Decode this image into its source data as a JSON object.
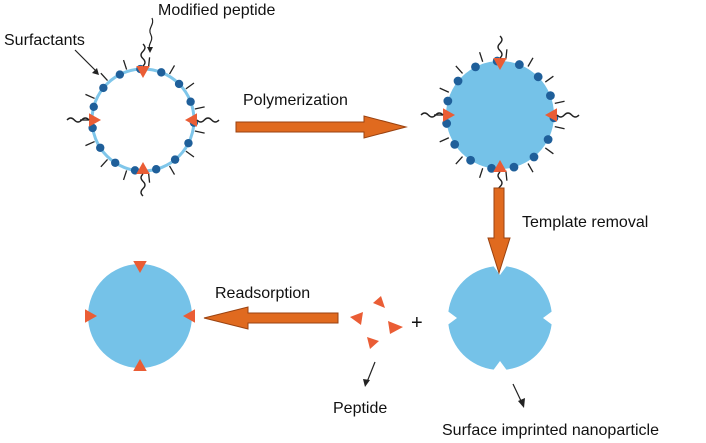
{
  "colors": {
    "particle": "#75c2e8",
    "shell": "#7fc6ea",
    "arrow": "#e06a1f",
    "arrow_stroke": "#9a4210",
    "peptide": "#ea5d35",
    "surfactant_head": "#1f5f9a",
    "line": "#222222"
  },
  "labels": {
    "modified_peptide": "Modified peptide",
    "surfactants": "Surfactants",
    "polymerization": "Polymerization",
    "template_removal": "Template removal",
    "readsorption": "Readsorption",
    "peptide": "Peptide",
    "surface_imprinted": "Surface imprinted nanoparticle",
    "plus": "+"
  },
  "icons": {
    "peptide": "orange-triangle",
    "surfactant_head": "navy-circle",
    "surfactant_tail": "black-line"
  }
}
